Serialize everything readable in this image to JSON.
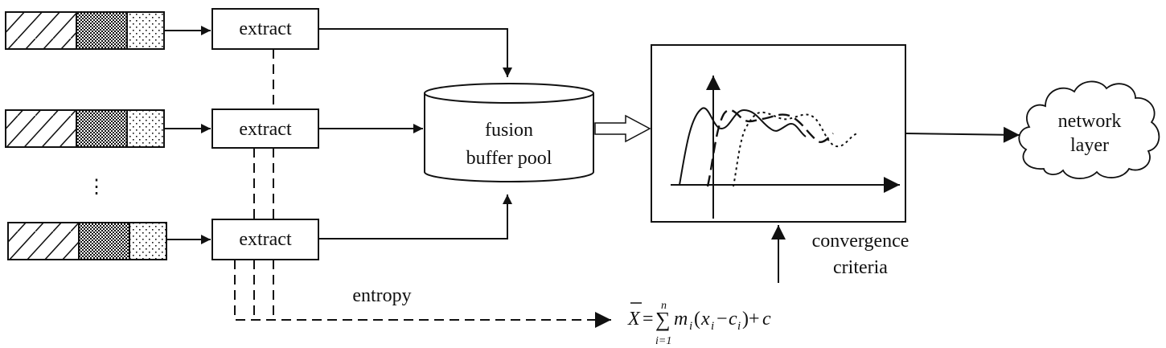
{
  "extract_blocks": [
    {
      "label": "extract"
    },
    {
      "label": "extract"
    },
    {
      "label": "extract"
    }
  ],
  "ellipsis": "⋮",
  "buffer_pool": {
    "line1": "fusion",
    "line2": "buffer pool"
  },
  "convergence": {
    "line1": "convergence",
    "line2": "criteria"
  },
  "network": {
    "line1": "network",
    "line2": "layer"
  },
  "entropy_label": "entropy",
  "formula": {
    "lhs": "X",
    "eq": "=",
    "sum": "∑",
    "sum_top": "n",
    "sum_bottom": "i=1",
    "m": "m",
    "i": "i",
    "open": "(",
    "x": "x",
    "minus": "−",
    "c": "c",
    "close": ")+",
    "c_tail": "c"
  }
}
